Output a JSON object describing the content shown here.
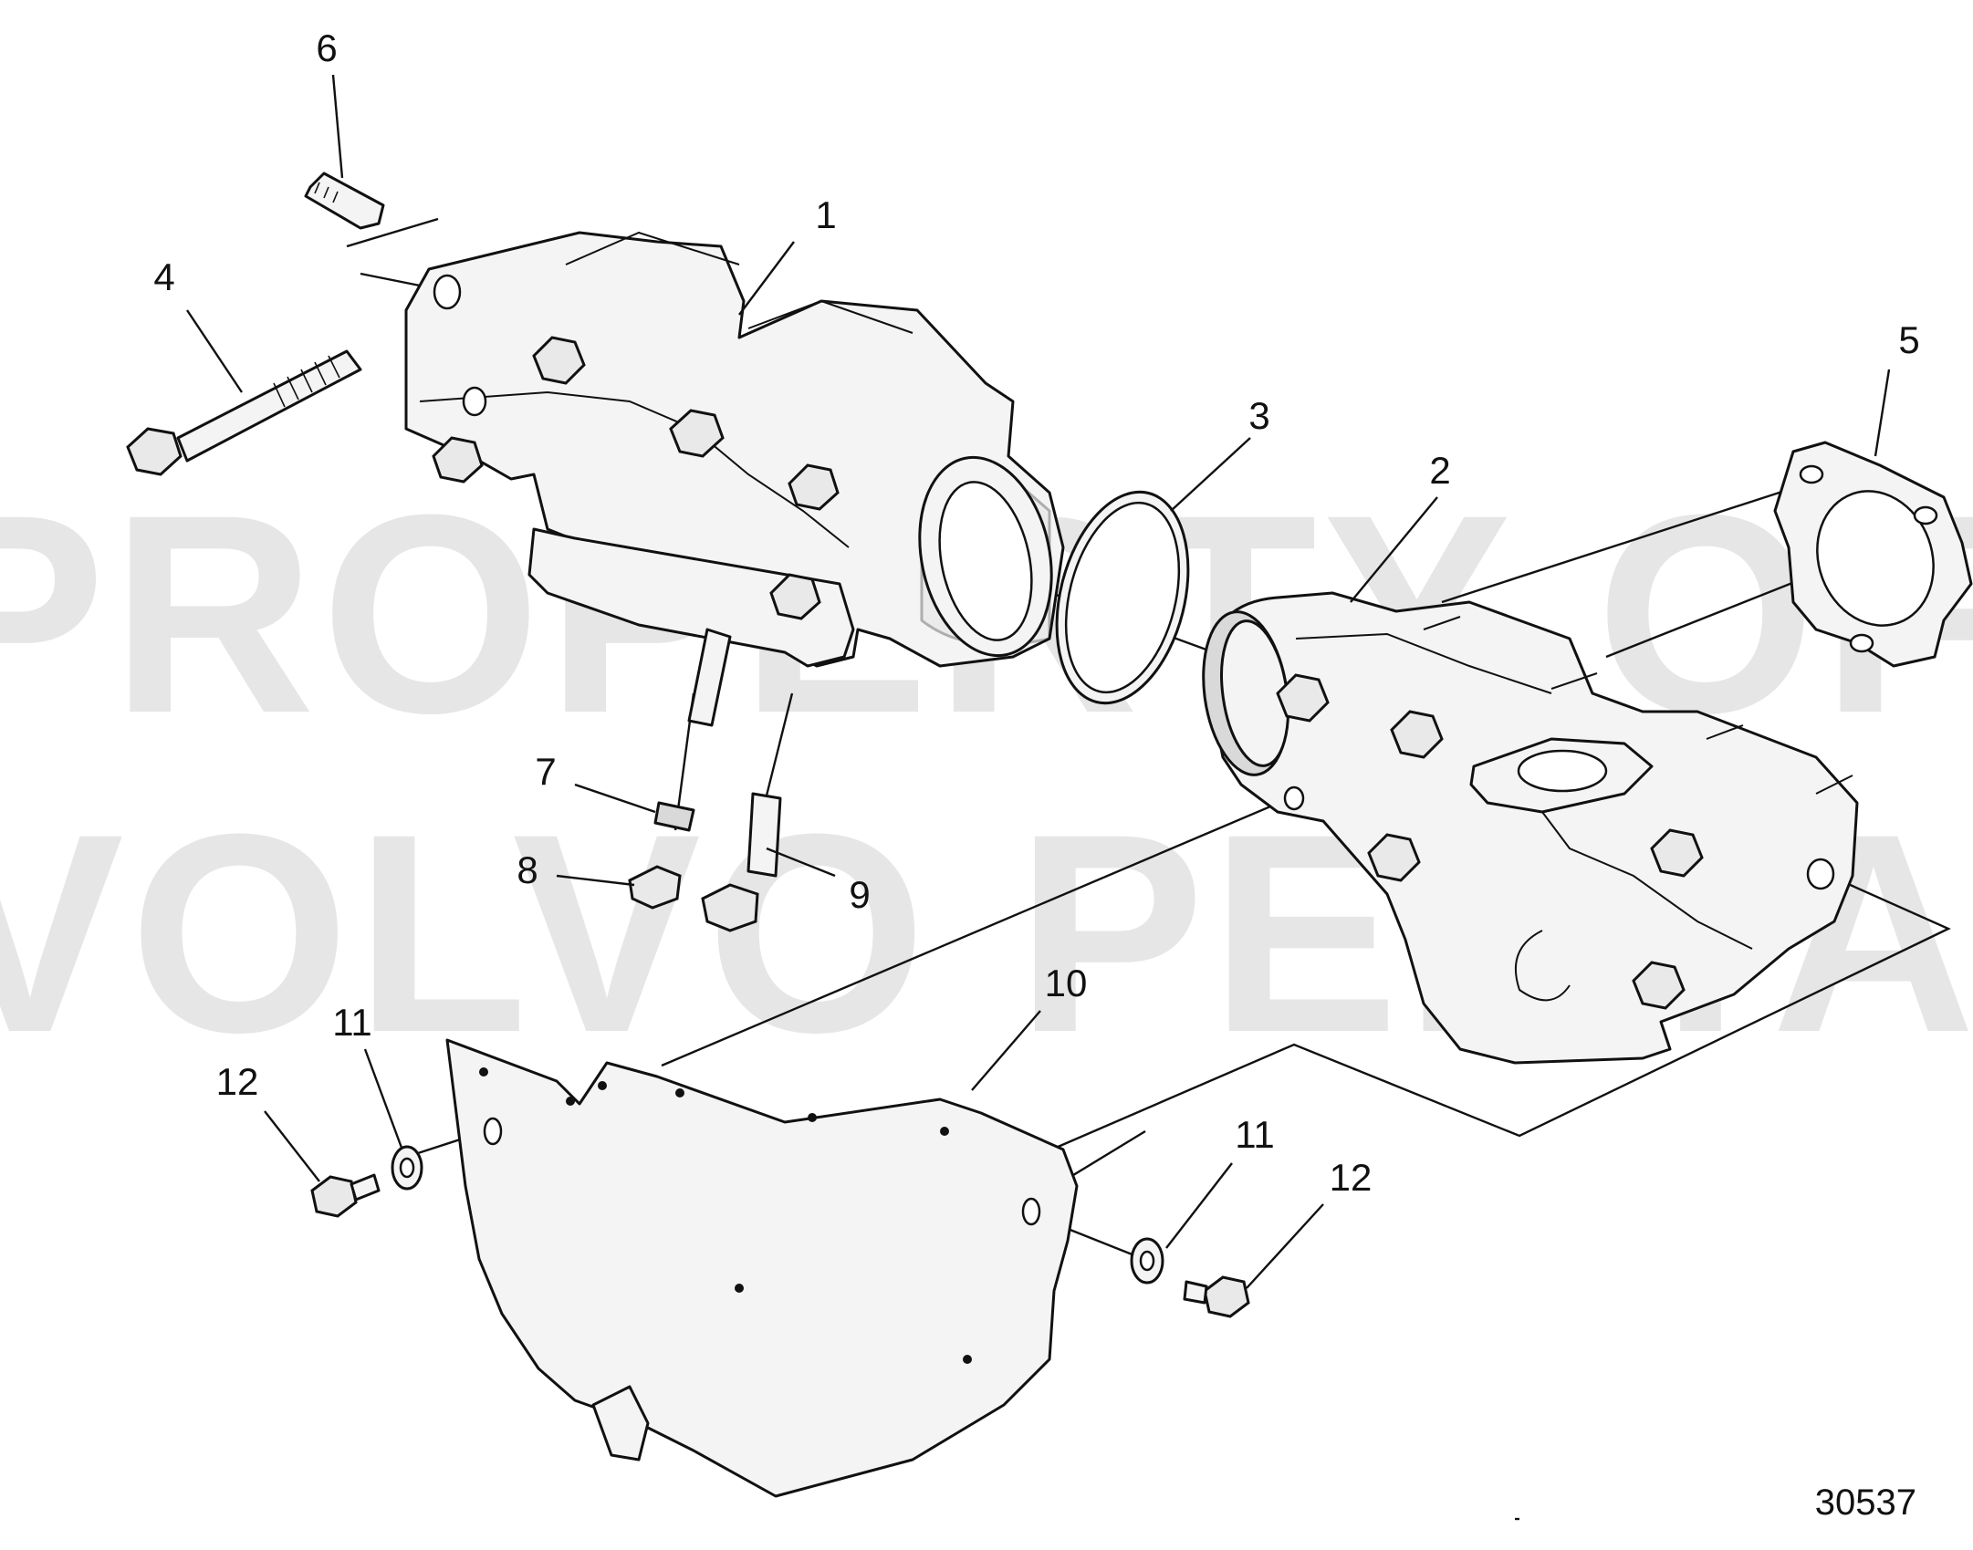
{
  "watermark": {
    "line1": "PROPERTY OF",
    "line2": "VOLVO PENTA"
  },
  "callouts": [
    {
      "id": "c1",
      "label": "1"
    },
    {
      "id": "c2",
      "label": "2"
    },
    {
      "id": "c3",
      "label": "3"
    },
    {
      "id": "c4",
      "label": "4"
    },
    {
      "id": "c5",
      "label": "5"
    },
    {
      "id": "c6",
      "label": "6"
    },
    {
      "id": "c7",
      "label": "7"
    },
    {
      "id": "c8",
      "label": "8"
    },
    {
      "id": "c9",
      "label": "9"
    },
    {
      "id": "c10",
      "label": "10"
    },
    {
      "id": "c11a",
      "label": "11"
    },
    {
      "id": "c12a",
      "label": "12"
    },
    {
      "id": "c11b",
      "label": "11"
    },
    {
      "id": "c12b",
      "label": "12"
    }
  ],
  "figure_number": "30537"
}
